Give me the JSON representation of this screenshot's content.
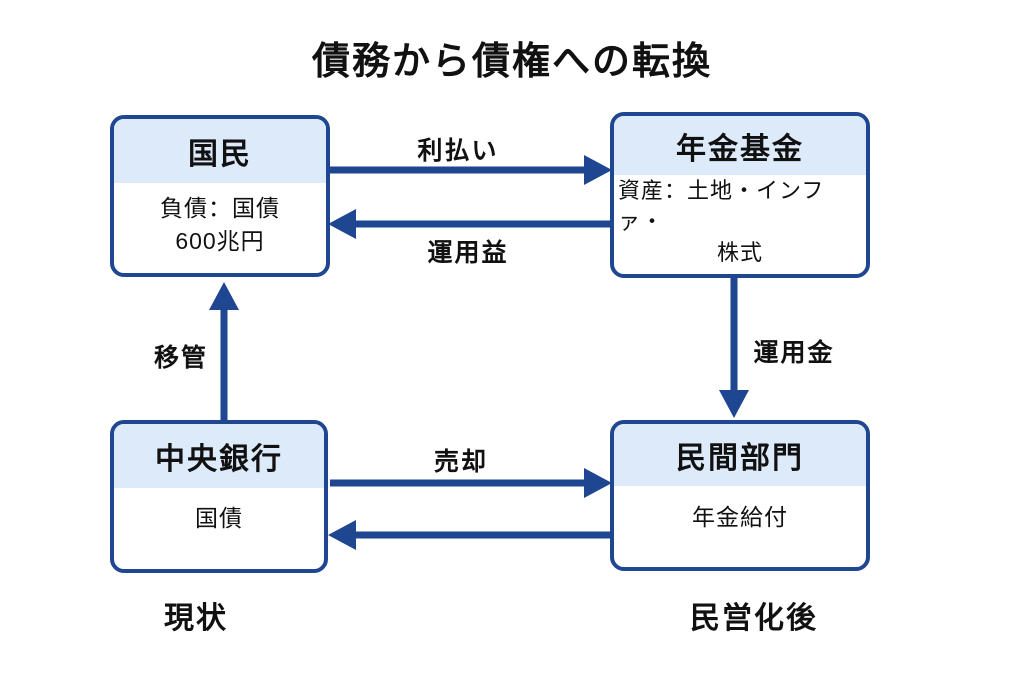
{
  "title": "債務から債権への転換",
  "colors": {
    "accent": "#1e4691",
    "header-fill": "#ddeafa",
    "text": "#111111",
    "bg": "#ffffff"
  },
  "nodes": {
    "citizens": {
      "title": "国民",
      "body_line1": "負債：国債",
      "body_line2": "600兆円"
    },
    "pension_fund": {
      "title": "年金基金",
      "body_line1": "資産：土地・インファ・",
      "body_line2": "株式"
    },
    "central_bank": {
      "title": "中央銀行",
      "body_line1": "国債"
    },
    "private_sector": {
      "title": "民間部門",
      "body_line1": "年金給付"
    }
  },
  "edges": {
    "interest_payment": "利払い",
    "investment_returns": "運用益",
    "transfer": "移管",
    "investment_funds": "運用金",
    "sale": "売却"
  },
  "captions": {
    "current_state": "現状",
    "after_privatization": "民営化後"
  }
}
